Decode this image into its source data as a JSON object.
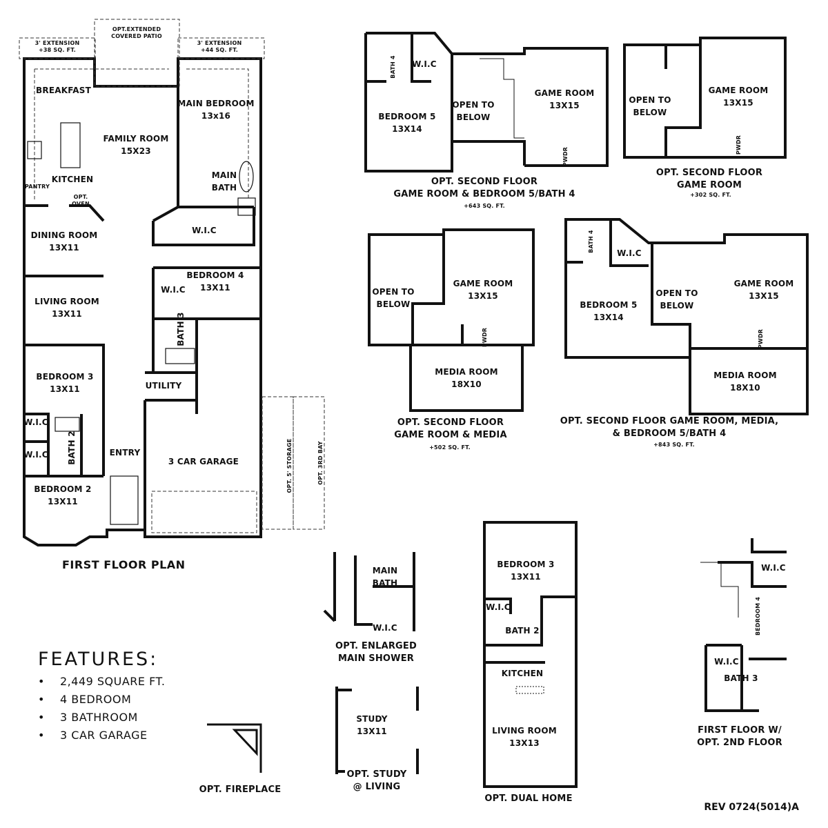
{
  "first_floor": {
    "title": "FIRST FLOOR PLAN",
    "rooms": {
      "ext_left": [
        "3' EXTENSION",
        "+38 SQ. FT."
      ],
      "patio": [
        "OPT.EXTENDED",
        "COVERED PATIO"
      ],
      "ext_right": [
        "3' EXTENSION",
        "+44 SQ. FT."
      ],
      "breakfast": "BREAKFAST",
      "family": [
        "FAMILY ROOM",
        "15X23"
      ],
      "main_bedroom": [
        "MAIN BEDROOM",
        "13x16"
      ],
      "main_bath": [
        "MAIN",
        "BATH"
      ],
      "kitchen": "KITCHEN",
      "pantry": "PANTRY",
      "oven": [
        "OPT.",
        "OVEN"
      ],
      "wic_main": "W.I.C",
      "dining": [
        "DINING ROOM",
        "13X11"
      ],
      "living": [
        "LIVING ROOM",
        "13X11"
      ],
      "bedroom4": [
        "BEDROOM 4",
        "13X11"
      ],
      "wic_b4": "W.I.C",
      "bath3": "BATH 3",
      "utility": "UTILITY",
      "bedroom3": [
        "BEDROOM 3",
        "13X11"
      ],
      "wic1": "W.I.C",
      "wic2": "W.I.C",
      "bath2": "BATH 2",
      "entry": "ENTRY",
      "garage": "3 CAR GARAGE",
      "bedroom2": [
        "BEDROOM 2",
        "13X11"
      ],
      "storage": "OPT. 5' STORAGE",
      "third_bay": "OPT. 3RD BAY"
    }
  },
  "features": {
    "heading": "FEATURES:",
    "items": [
      "2,449 SQUARE FT.",
      "4 BEDROOM",
      "3 BATHROOM",
      "3 CAR GARAGE"
    ]
  },
  "options": {
    "a": {
      "caption": [
        "OPT. SECOND FLOOR",
        "GAME ROOM & BEDROOM 5/BATH 4"
      ],
      "area": "+643 SQ. FT.",
      "rooms": {
        "bath4": "BATH 4",
        "wic": "W.I.C",
        "bedroom5": [
          "BEDROOM 5",
          "13X14"
        ],
        "open": [
          "OPEN TO",
          "BELOW"
        ],
        "game": [
          "GAME ROOM",
          "13X15"
        ],
        "pwdr": "PWDR"
      }
    },
    "b": {
      "caption": [
        "OPT. SECOND FLOOR",
        "GAME ROOM"
      ],
      "area": "+302 SQ. FT.",
      "rooms": {
        "open": [
          "OPEN TO",
          "BELOW"
        ],
        "game": [
          "GAME ROOM",
          "13X15"
        ],
        "pwdr": "PWDR"
      }
    },
    "c": {
      "caption": [
        "OPT. SECOND FLOOR",
        "GAME ROOM & MEDIA"
      ],
      "area": "+502 SQ. FT.",
      "rooms": {
        "open": [
          "OPEN TO",
          "BELOW"
        ],
        "game": [
          "GAME ROOM",
          "13X15"
        ],
        "pwdr": "PWDR",
        "media": [
          "MEDIA ROOM",
          "18X10"
        ]
      }
    },
    "d": {
      "caption": [
        "OPT. SECOND FLOOR  GAME ROOM, MEDIA,",
        "& BEDROOM 5/BATH 4"
      ],
      "area": "+843 SQ. FT.",
      "rooms": {
        "bath4": "BATH 4",
        "wic": "W.I.C",
        "bedroom5": [
          "BEDROOM 5",
          "13X14"
        ],
        "open": [
          "OPEN TO",
          "BELOW"
        ],
        "game": [
          "GAME ROOM",
          "13X15"
        ],
        "pwdr": "PWDR",
        "media": [
          "MEDIA ROOM",
          "18X10"
        ]
      }
    },
    "shower": {
      "caption": [
        "OPT. ENLARGED",
        "MAIN SHOWER"
      ],
      "rooms": {
        "main_bath": [
          "MAIN",
          "BATH"
        ],
        "wic": "W.I.C"
      }
    },
    "study": {
      "caption": [
        "OPT. STUDY",
        "@ LIVING"
      ],
      "rooms": {
        "study": [
          "STUDY",
          "13X11"
        ]
      }
    },
    "fireplace": {
      "caption": "OPT. FIREPLACE"
    },
    "dual": {
      "caption": "OPT. DUAL HOME",
      "rooms": {
        "bedroom3": [
          "BEDROOM 3",
          "13X11"
        ],
        "wic": "W.I.C",
        "bath2": "BATH 2",
        "kitchen": "KITCHEN",
        "living": [
          "LIVING ROOM",
          "13X13"
        ]
      }
    },
    "first2": {
      "caption": [
        "FIRST FLOOR W/",
        "OPT. 2ND FLOOR"
      ],
      "rooms": {
        "wic": "W.I.C",
        "bedroom4": "BEDROOM 4",
        "wic2": "W.I.C",
        "bath3": "BATH 3"
      }
    }
  },
  "revision": "REV 0724(5014)A"
}
